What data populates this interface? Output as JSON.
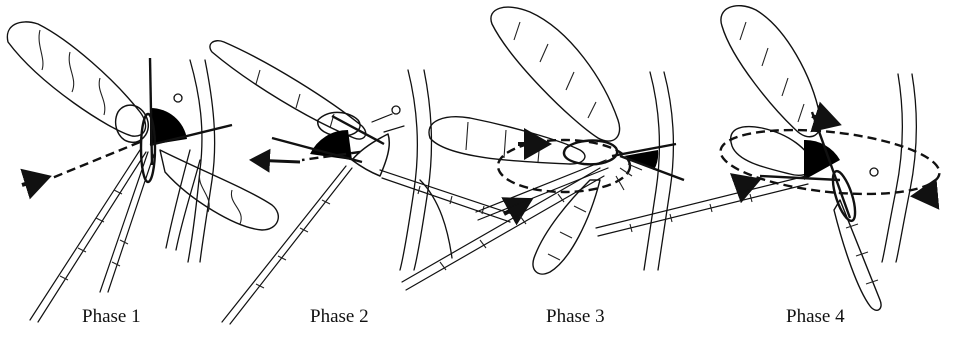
{
  "figure": {
    "ink_color": "#111111",
    "background": "#ffffff",
    "panels": [
      {
        "label": "Phase 1"
      },
      {
        "label": "Phase 2"
      },
      {
        "label": "Phase 3"
      },
      {
        "label": "Phase 4"
      }
    ]
  }
}
